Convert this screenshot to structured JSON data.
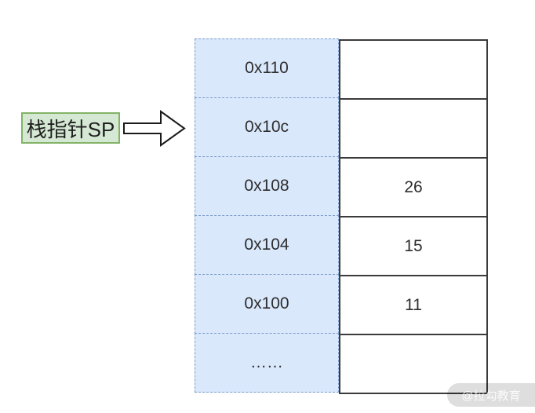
{
  "diagram": {
    "pointer_label": "栈指针SP",
    "pointed_row_address": "0x10c",
    "rows": [
      {
        "address": "0x110",
        "value": ""
      },
      {
        "address": "0x10c",
        "value": ""
      },
      {
        "address": "0x108",
        "value": "26"
      },
      {
        "address": "0x104",
        "value": "15"
      },
      {
        "address": "0x100",
        "value": "11"
      },
      {
        "address": "……",
        "value": ""
      }
    ],
    "watermark": "@拉勾教育",
    "colors": {
      "address_cell_fill": "#dae8fc",
      "address_cell_border": "#7d9cc9",
      "value_cell_border": "#3b3b3b",
      "label_fill": "#d5e8d4",
      "label_border": "#82b366"
    }
  }
}
